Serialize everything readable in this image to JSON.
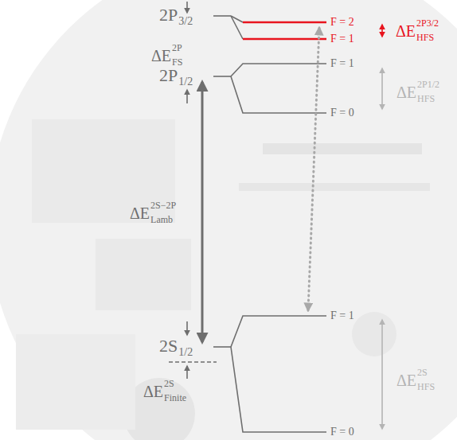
{
  "diagram": {
    "labels": [
      "2P",
      "3/2",
      "F = 2",
      "F = 1",
      "ΔE",
      "2P3/2",
      "HFS",
      "ΔE",
      "2P",
      "FS",
      "2P",
      "1/2",
      "F = 1",
      "F = 0",
      "ΔE",
      "2P1/2",
      "HFS",
      "ΔE",
      "2S−2P",
      "Lamb",
      "F = 1",
      "2S",
      "1/2",
      "ΔE",
      "2S",
      "Finite",
      "ΔE",
      "2S",
      "HFS",
      "F = 0"
    ]
  }
}
